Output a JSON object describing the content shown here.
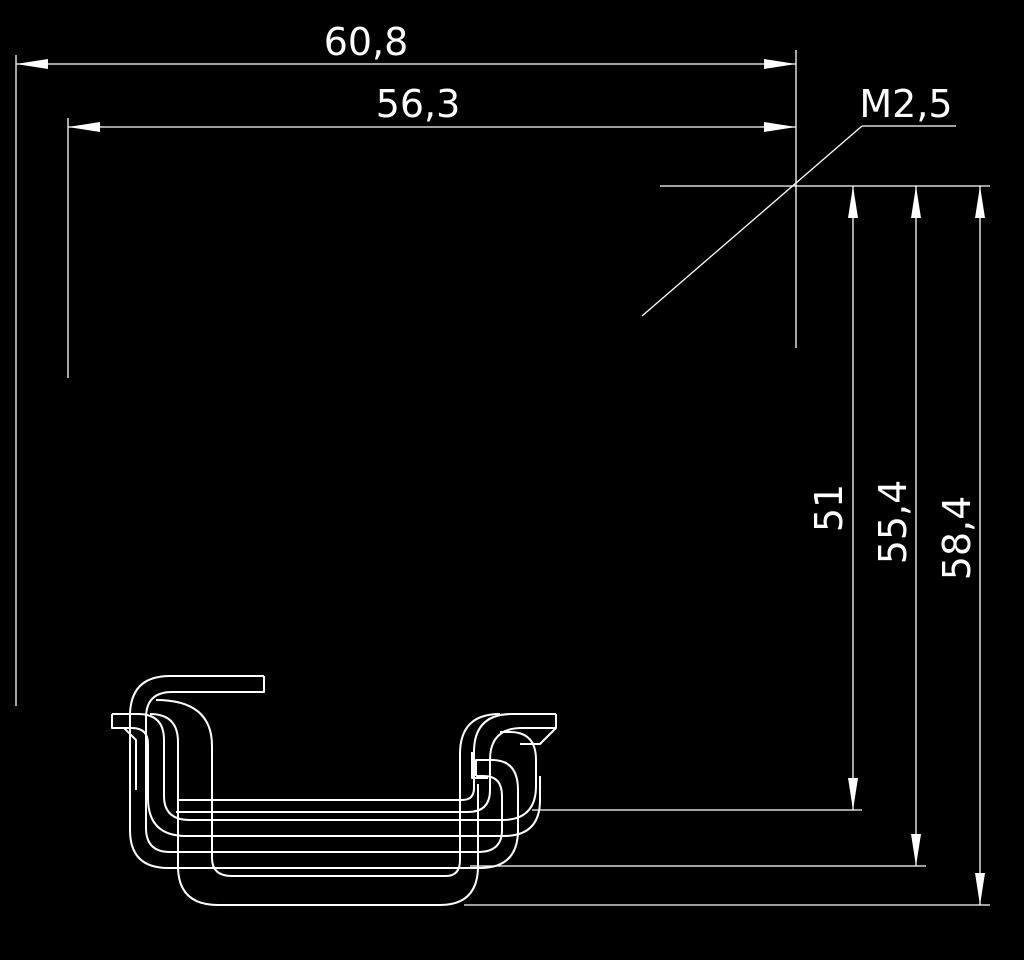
{
  "drawing": {
    "colors": {
      "background": "#000000",
      "lines": "#ffffff"
    },
    "dimensions": {
      "width_outer": "60,8",
      "width_inner": "56,3",
      "thread": "M2,5",
      "height_1": "51",
      "height_2": "55,4",
      "height_3": "58,4"
    }
  }
}
